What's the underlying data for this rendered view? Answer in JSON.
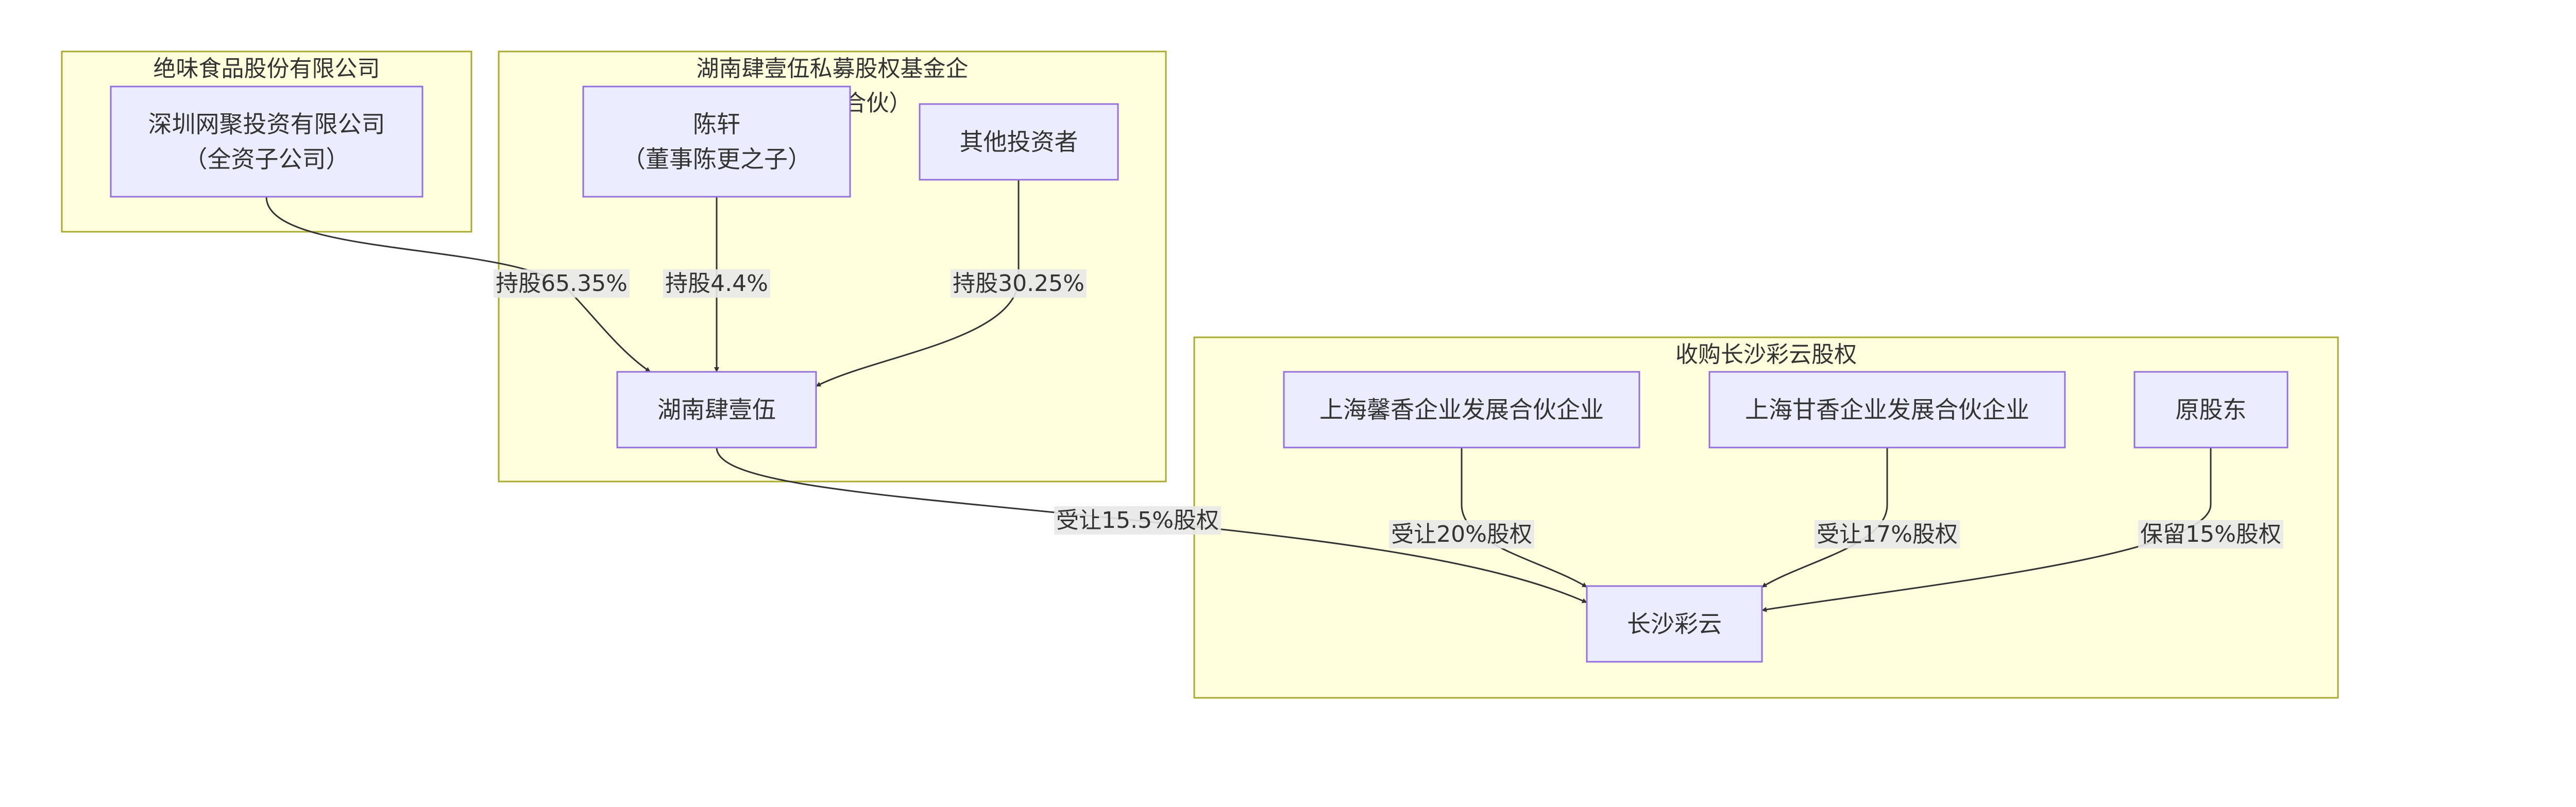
{
  "diagram": {
    "clusters": [
      {
        "id": "c1",
        "title": [
          "绝味食品股份有限公司"
        ]
      },
      {
        "id": "c2",
        "title": [
          "湖南肆壹伍私募股权基金企",
          "业（有限合伙）"
        ]
      },
      {
        "id": "c3",
        "title": [
          "收购长沙彩云股权"
        ]
      }
    ],
    "nodes": [
      {
        "id": "n1",
        "lines": [
          "深圳网聚投资有限公司",
          "（全资子公司）"
        ]
      },
      {
        "id": "n2",
        "lines": [
          "陈轩",
          "（董事陈更之子）"
        ]
      },
      {
        "id": "n3",
        "lines": [
          "其他投资者"
        ]
      },
      {
        "id": "n4",
        "lines": [
          "湖南肆壹伍"
        ]
      },
      {
        "id": "n5",
        "lines": [
          "上海馨香企业发展合伙企业"
        ]
      },
      {
        "id": "n6",
        "lines": [
          "上海甘香企业发展合伙企业"
        ]
      },
      {
        "id": "n7",
        "lines": [
          "原股东"
        ]
      },
      {
        "id": "n8",
        "lines": [
          "长沙彩云"
        ]
      }
    ],
    "edges": [
      {
        "id": "e1",
        "from": "n1",
        "to": "n4",
        "label": "持股65.35%"
      },
      {
        "id": "e2",
        "from": "n2",
        "to": "n4",
        "label": "持股4.4%"
      },
      {
        "id": "e3",
        "from": "n3",
        "to": "n4",
        "label": "持股30.25%"
      },
      {
        "id": "e4",
        "from": "n4",
        "to": "n8",
        "label": "受让15.5%股权"
      },
      {
        "id": "e5",
        "from": "n5",
        "to": "n8",
        "label": "受让20%股权"
      },
      {
        "id": "e6",
        "from": "n6",
        "to": "n8",
        "label": "受让17%股权"
      },
      {
        "id": "e7",
        "from": "n7",
        "to": "n8",
        "label": "保留15%股权"
      }
    ]
  }
}
